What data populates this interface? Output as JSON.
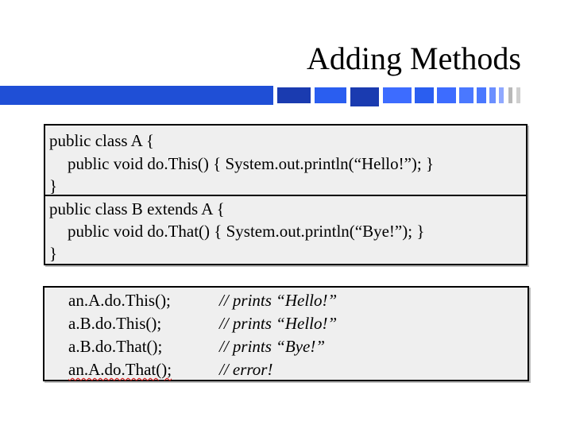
{
  "slide": {
    "title": "Adding Methods"
  },
  "code_block": {
    "lines": [
      "public class A {",
      "public void do.This() { System.out.println(“Hello!”); }",
      "}",
      "public class B extends A {",
      "public void do.That() { System.out.println(“Bye!”); }",
      "}"
    ]
  },
  "calls": [
    {
      "expr": "an.A.do.This();",
      "comment": "// prints “Hello!”"
    },
    {
      "expr": "a.B.do.This();",
      "comment": "// prints “Hello!”"
    },
    {
      "expr": "a.B.do.That();",
      "comment": "// prints “Bye!”"
    },
    {
      "expr": "an.A.do.That();",
      "comment": "// error!"
    }
  ],
  "colors": {
    "accent_blue": "#1f4fd6",
    "dark_blue": "#1a3bb0",
    "light_blue": "#4a78ff",
    "gray": "#b8b8b8",
    "box_fill": "#efefef",
    "error_underline": "#d40000"
  }
}
